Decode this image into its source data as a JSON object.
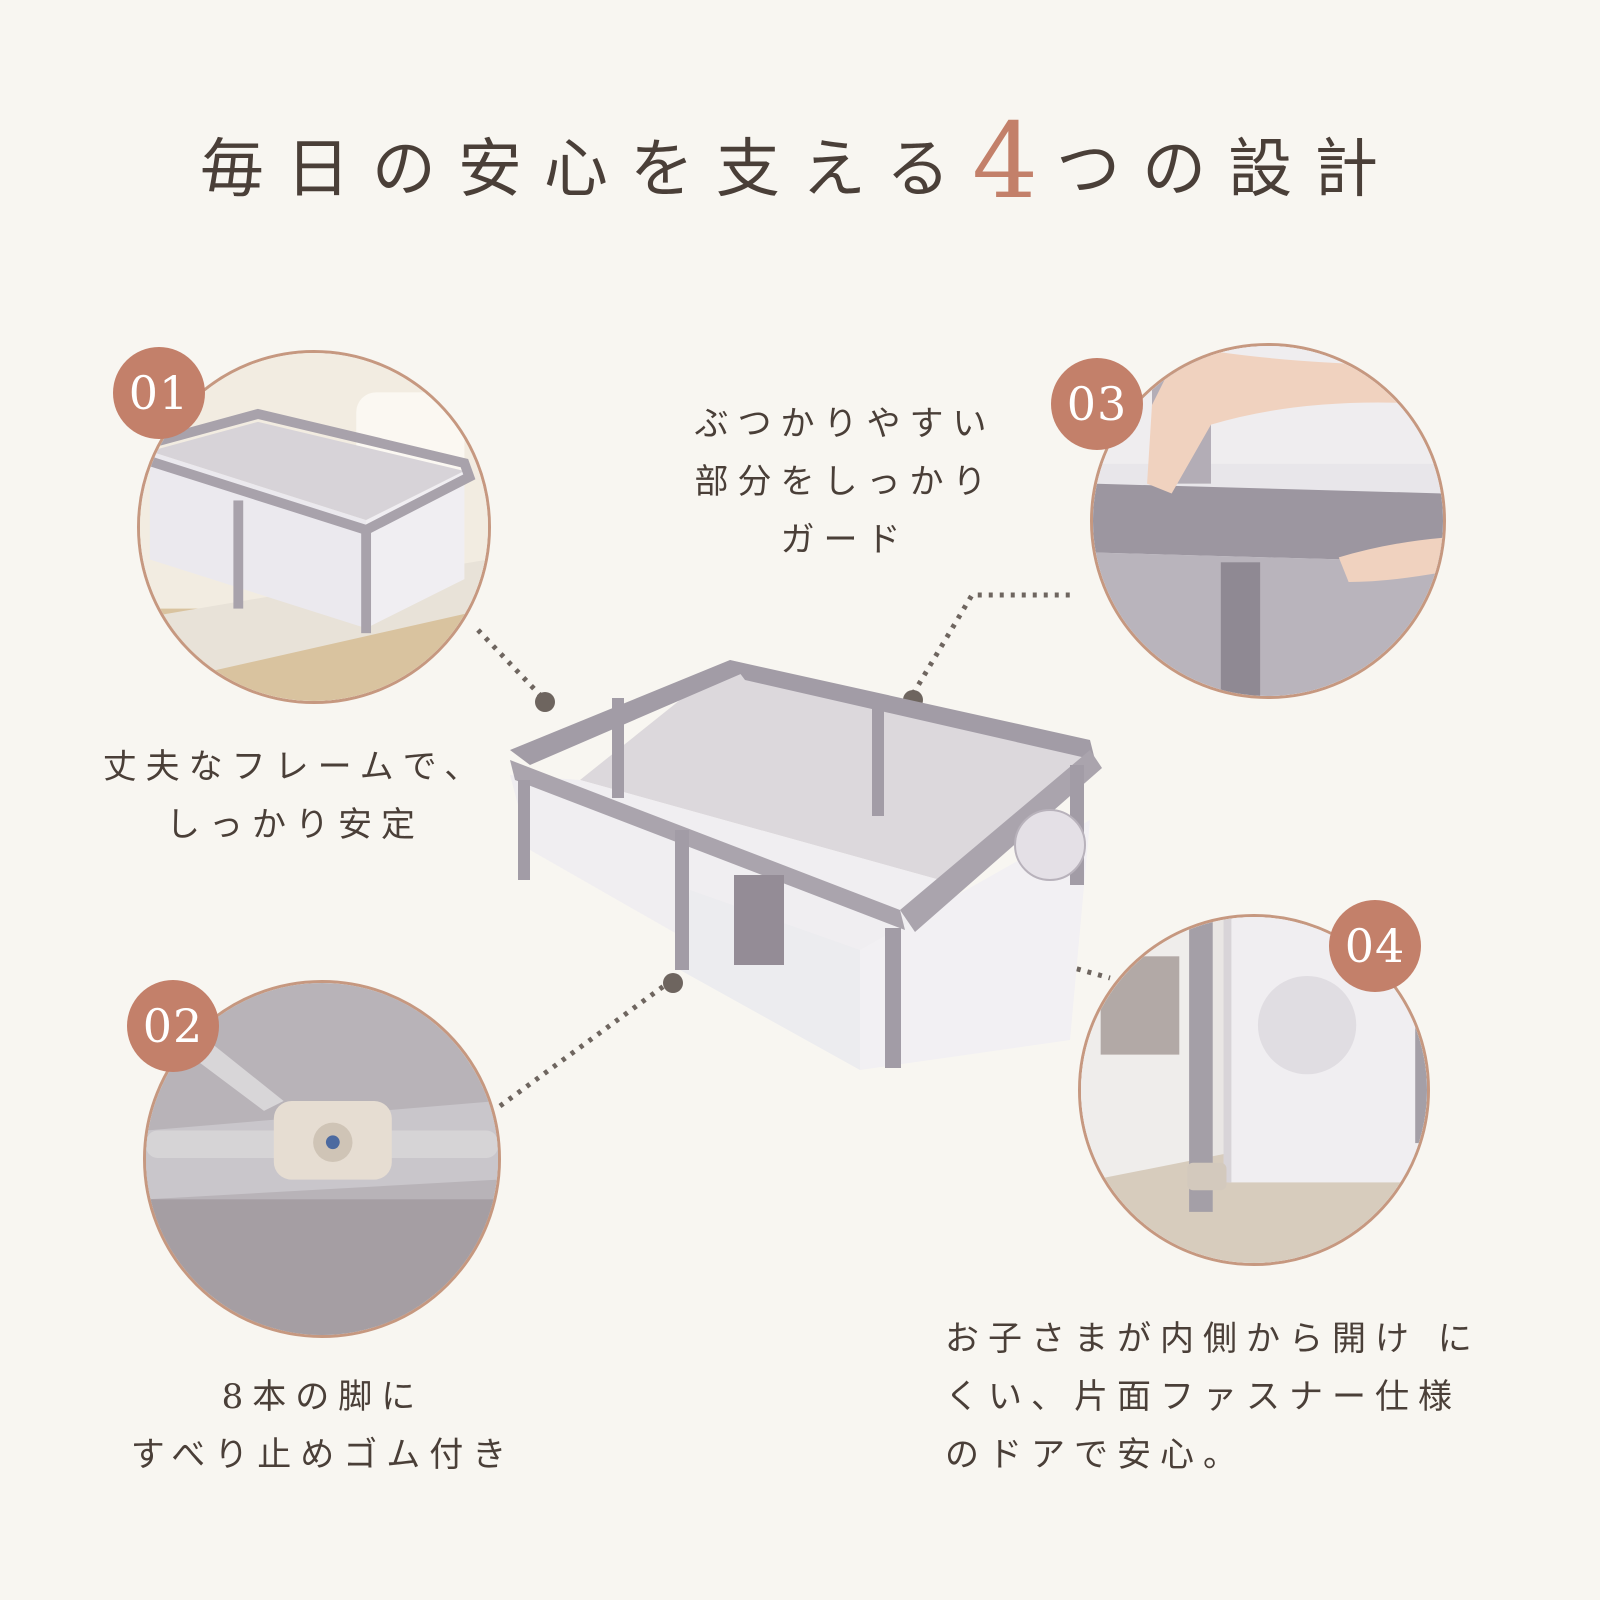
{
  "title": {
    "prefix": "毎日の安心を支える",
    "number": "4",
    "suffix": "つの設計"
  },
  "features": [
    {
      "number": "01",
      "lines": [
        "丈夫なフレームで、",
        "しっかり安定"
      ]
    },
    {
      "number": "02",
      "lines": [
        "8本の脚に",
        "すべり止めゴム付き"
      ]
    },
    {
      "number": "03",
      "lines": [
        "ぶつかりやすい",
        "部分をしっかり",
        "ガード"
      ]
    },
    {
      "number": "04",
      "lines": [
        "お子さまが内側から開け に",
        "くい、片面ファスナー仕様",
        "のドアで安心。"
      ]
    }
  ],
  "colors": {
    "accent": "#c3806a",
    "text": "#4a3f38",
    "background": "#f8f6f1",
    "frame": "#9e98a2",
    "leader": "#6e655f"
  }
}
